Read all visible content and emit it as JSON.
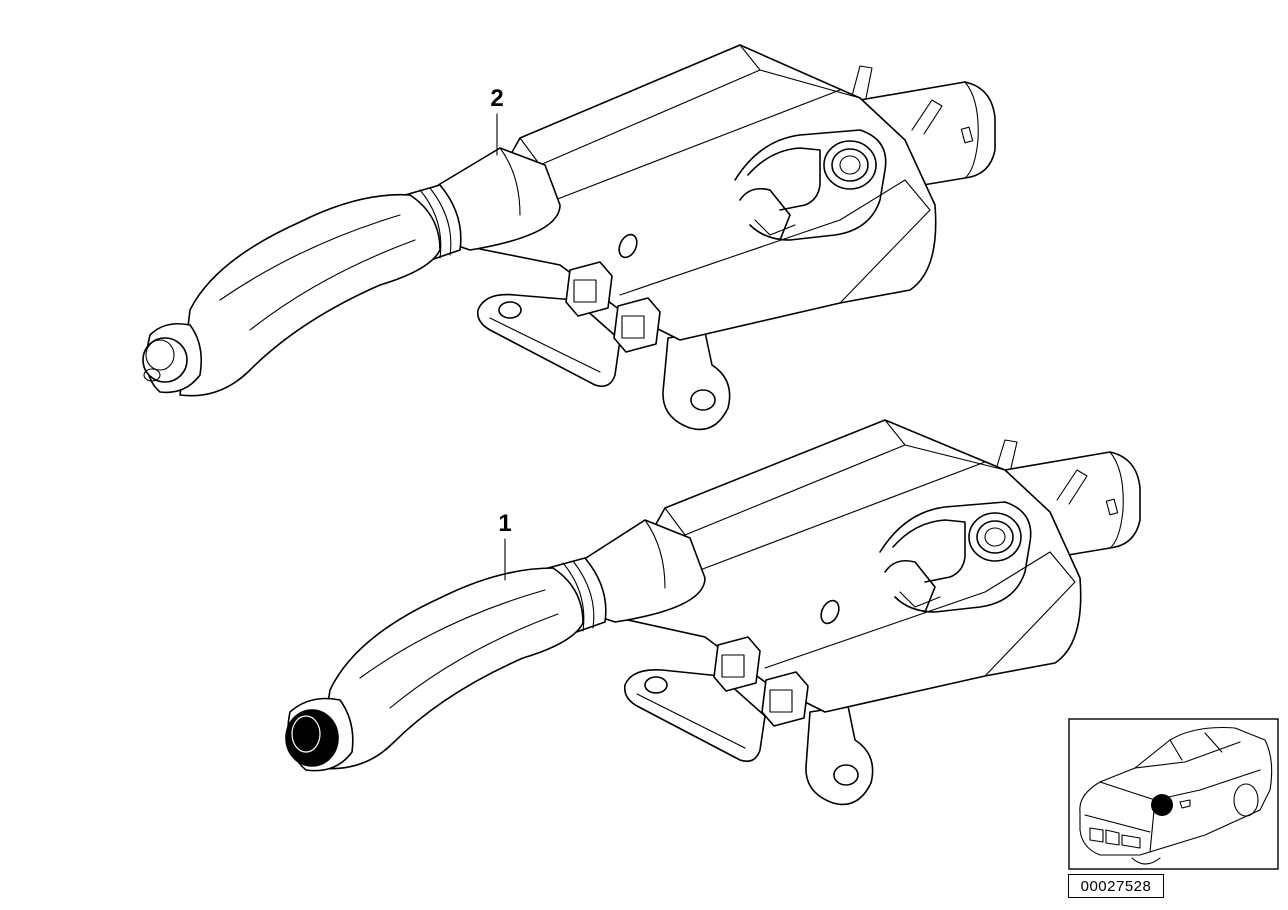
{
  "callouts": {
    "part_1": "1",
    "part_2": "2"
  },
  "diagram_number": "00027528",
  "icons": {
    "car_locator": "car-locator-icon",
    "marker": "location-dot-icon"
  },
  "colors": {
    "line": "#000000",
    "background": "#ffffff"
  }
}
